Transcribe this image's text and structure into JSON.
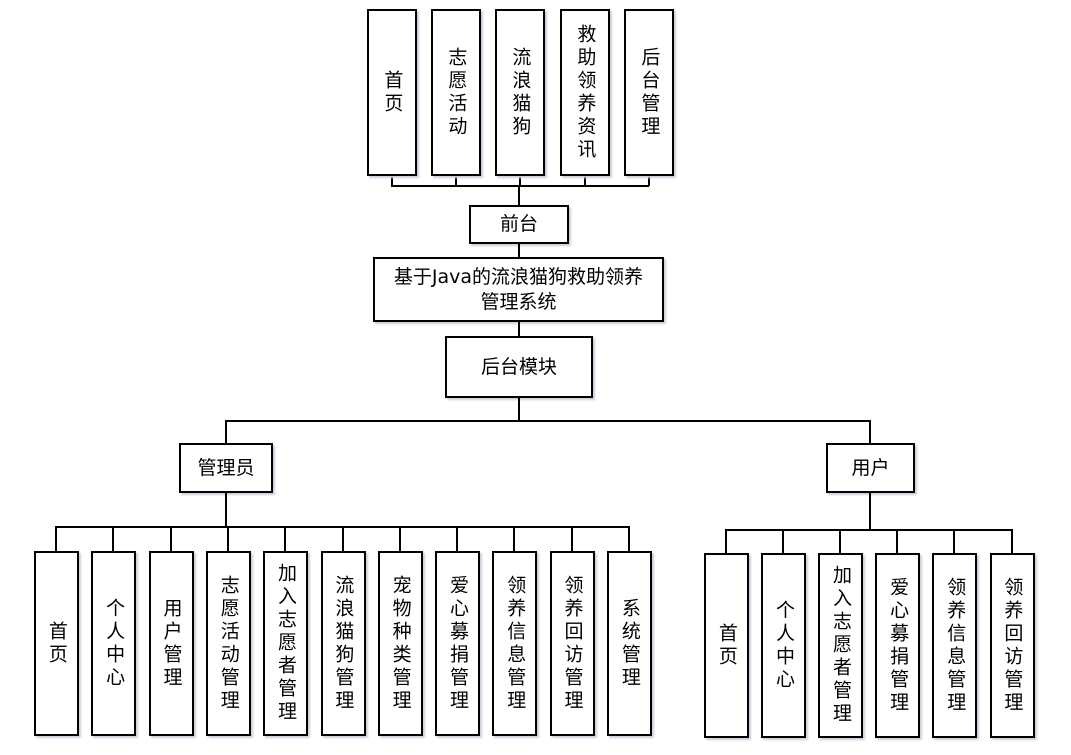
{
  "title": "基于Java的流浪猫狗救助领养管理系统",
  "frontend": {
    "label": "前台",
    "children": [
      "首页",
      "志愿活动",
      "流浪猫狗",
      "救助领养资讯",
      "后台管理"
    ]
  },
  "backend": {
    "label": "后台模块"
  },
  "admin": {
    "label": "管理员",
    "children": [
      "首页",
      "个人中心",
      "用户管理",
      "志愿活动管理",
      "加入志愿者管理",
      "流浪猫狗管理",
      "宠物种类管理",
      "爱心募捐管理",
      "领养信息管理",
      "领养回访管理",
      "系统管理"
    ]
  },
  "user": {
    "label": "用户",
    "children": [
      "首页",
      "个人中心",
      "加入志愿者管理",
      "爱心募捐管理",
      "领养信息管理",
      "领养回访管理"
    ]
  }
}
